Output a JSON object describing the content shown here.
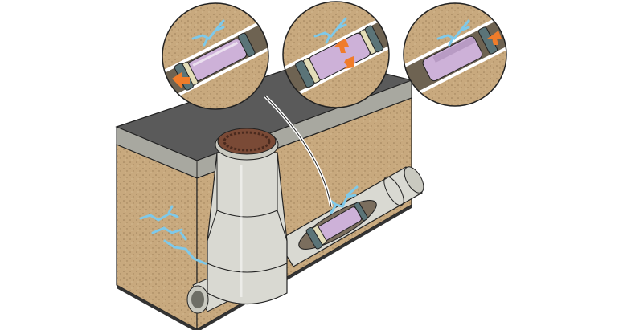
{
  "colors": {
    "soil": "#c8a97e",
    "asphalt": "#5a5a5a",
    "gravel": "#a8a8a0",
    "pipe": "#d9d9d2",
    "liner": "#cdb1d8",
    "packer": "#5b7478",
    "crack": "#7ec9ea",
    "arrow": "#f07c2a",
    "manhole_lid": "#7a4a36"
  },
  "icons": [
    "manhole-icon",
    "pipe-icon",
    "liner-icon",
    "root-crack-icon",
    "arrow-icon"
  ],
  "insets": [
    {
      "name": "packer-insertion"
    },
    {
      "name": "liner-inflation"
    },
    {
      "name": "liner-cured"
    }
  ]
}
